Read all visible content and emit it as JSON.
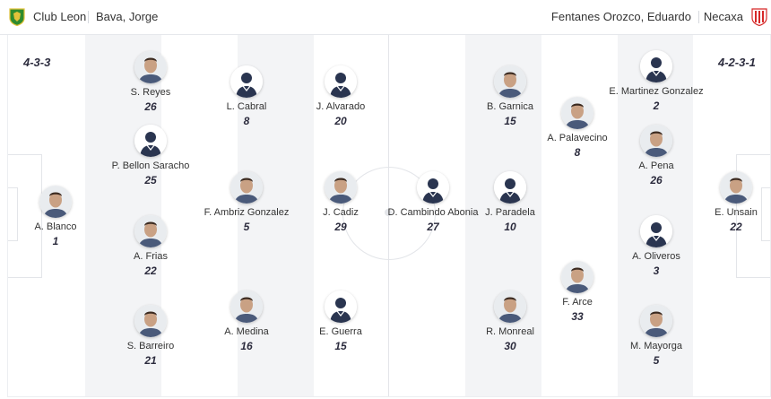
{
  "header": {
    "home_team": "Club Leon",
    "home_coach": "Bava, Jorge",
    "away_coach": "Fentanes Orozco, Eduardo",
    "away_team": "Necaxa"
  },
  "colors": {
    "home_logo": "#2e8b2e",
    "away_logo": "#d62828",
    "jersey": "#2a3550"
  },
  "home": {
    "formation": "4-3-3",
    "players": [
      {
        "name": "A. Blanco",
        "number": "1",
        "photo": true
      },
      {
        "name": "S. Reyes",
        "number": "26",
        "photo": true
      },
      {
        "name": "P. Bellon Saracho",
        "number": "25",
        "photo": false
      },
      {
        "name": "A. Frias",
        "number": "22",
        "photo": true
      },
      {
        "name": "S. Barreiro",
        "number": "21",
        "photo": true
      },
      {
        "name": "L. Cabral",
        "number": "8",
        "photo": false
      },
      {
        "name": "F. Ambriz Gonzalez",
        "number": "5",
        "photo": true
      },
      {
        "name": "A. Medina",
        "number": "16",
        "photo": true
      },
      {
        "name": "J. Alvarado",
        "number": "20",
        "photo": false
      },
      {
        "name": "J. Cadiz",
        "number": "29",
        "photo": true
      },
      {
        "name": "E. Guerra",
        "number": "15",
        "photo": false
      }
    ]
  },
  "away": {
    "formation": "4-2-3-1",
    "players": [
      {
        "name": "D. Cambindo Abonia",
        "number": "27",
        "photo": false
      },
      {
        "name": "B. Garnica",
        "number": "15",
        "photo": true
      },
      {
        "name": "J. Paradela",
        "number": "10",
        "photo": false
      },
      {
        "name": "R. Monreal",
        "number": "30",
        "photo": true
      },
      {
        "name": "A. Palavecino",
        "number": "8",
        "photo": true
      },
      {
        "name": "F. Arce",
        "number": "33",
        "photo": true
      },
      {
        "name": "E. Martinez Gonzalez",
        "number": "2",
        "photo": false
      },
      {
        "name": "A. Pena",
        "number": "26",
        "photo": true
      },
      {
        "name": "A. Oliveros",
        "number": "3",
        "photo": false
      },
      {
        "name": "M. Mayorga",
        "number": "5",
        "photo": true
      },
      {
        "name": "E. Unsain",
        "number": "22",
        "photo": true
      }
    ]
  }
}
